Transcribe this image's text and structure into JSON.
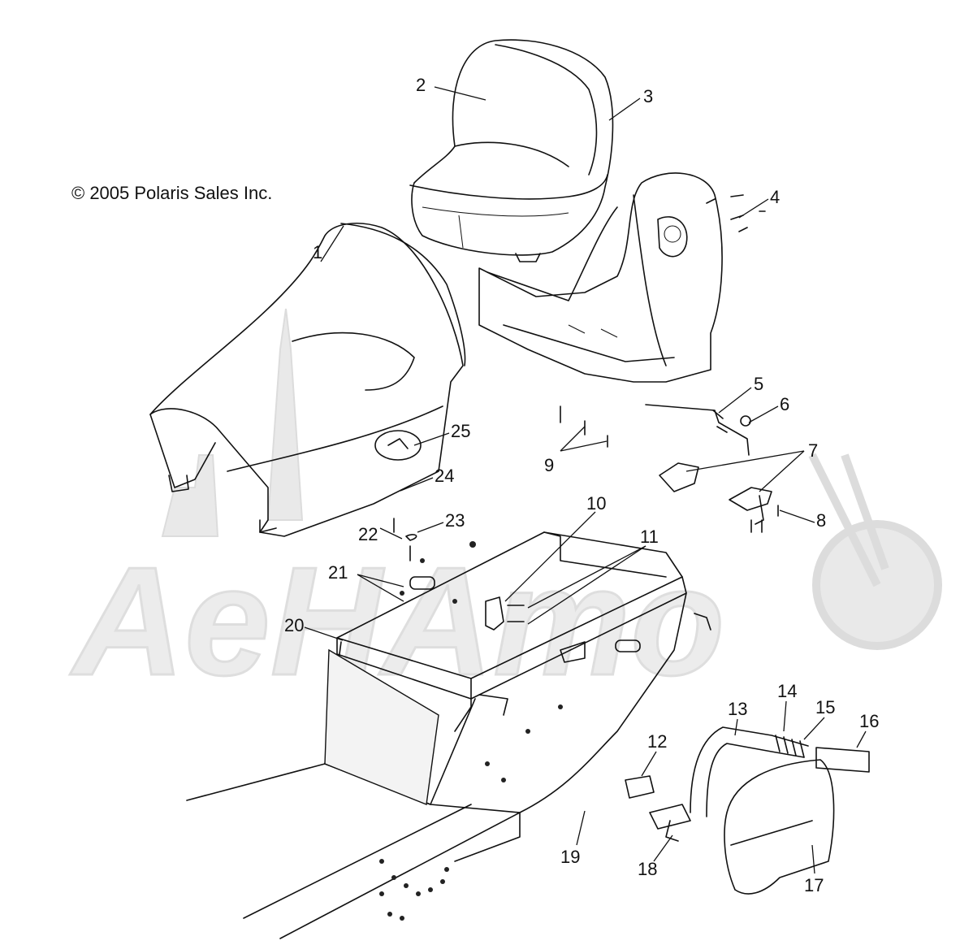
{
  "copyright": "© 2005 Polaris Sales Inc.",
  "watermark_text": "AeHAmo",
  "callouts": [
    "1",
    "2",
    "3",
    "4",
    "5",
    "6",
    "7",
    "8",
    "9",
    "10",
    "11",
    "12",
    "13",
    "14",
    "15",
    "16",
    "17",
    "18",
    "19",
    "20",
    "21",
    "22",
    "23",
    "24",
    "25"
  ]
}
